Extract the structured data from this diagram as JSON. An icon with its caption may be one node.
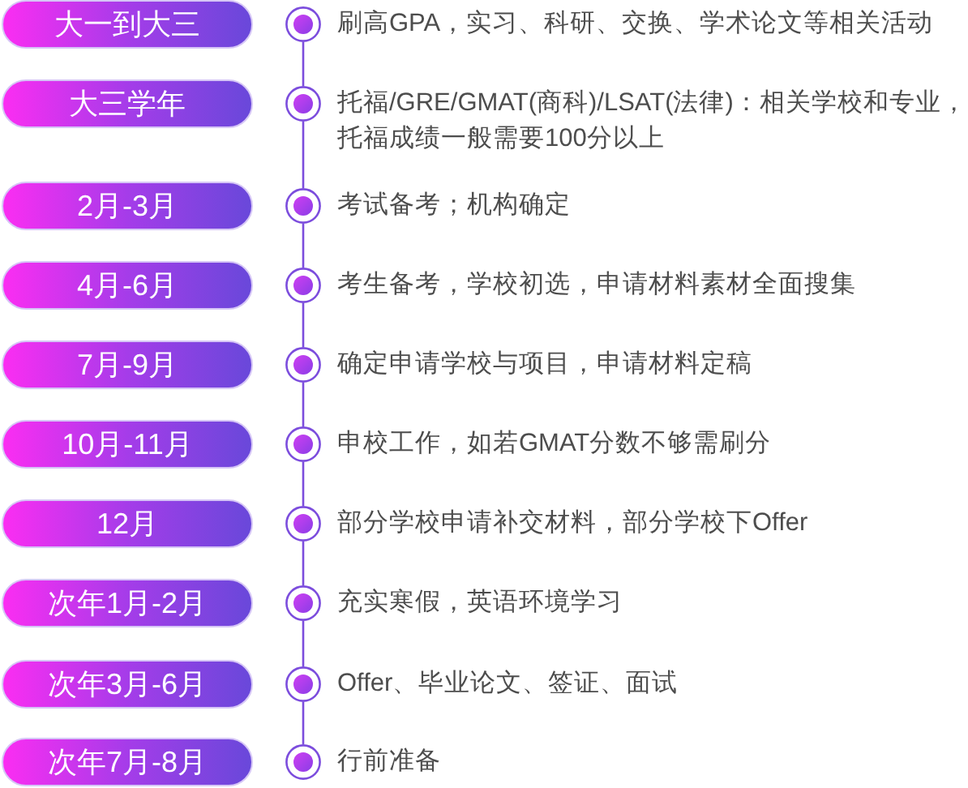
{
  "diagram": {
    "nodes": [
      {
        "text": [
          "大一到大三"
        ]
      },
      {
        "text": [],
        "shape": "circle",
        "beside": [
          "刷高GPA，实习、科研、交换、学术论文等相关活动"
        ]
      },
      {
        "text": [
          "大三学年"
        ]
      },
      {
        "text": [],
        "shape": "circle",
        "beside": [
          "托福/GRE/GMAT(商科)/LSAT(法律)：相关学校和专业，托福成绩一般需要100分以上"
        ]
      },
      {
        "text": [
          "2月-3月"
        ]
      },
      {
        "text": [],
        "shape": "circle",
        "beside": [
          "考试备考；机构确定"
        ]
      },
      {
        "text": [
          "4月-6月"
        ]
      },
      {
        "text": [],
        "shape": "circle",
        "beside": [
          "考生备考，学校初选，申请材料素材全面搜集"
        ]
      },
      {
        "text": [
          "7月-9月"
        ]
      },
      {
        "text": [],
        "shape": "circle",
        "beside": [
          "确定申请学校与项目，申请材料定稿"
        ]
      },
      {
        "text": [
          "10月-11月"
        ]
      },
      {
        "text": [],
        "shape": "circle",
        "beside": [
          "申校工作，如若GMAT分数不够需刷分"
        ]
      },
      {
        "text": [
          "12月"
        ]
      },
      {
        "text": [],
        "shape": "circle",
        "beside": [
          "部分学校申请补交材料，部分学校下Offer"
        ]
      },
      {
        "text": [
          "次年1月-2月"
        ]
      },
      {
        "text": [],
        "shape": "circle",
        "beside": [
          "充实寒假，英语环境学习"
        ]
      },
      {
        "text": [
          "次年3月-6月"
        ]
      },
      {
        "text": [],
        "shape": "circle",
        "beside": [
          "Offer、毕业论文、签证、面试"
        ]
      },
      {
        "text": [
          "次年7月-8月"
        ]
      },
      {
        "text": [],
        "shape": "circle",
        "beside": [
          "行前准备"
        ]
      }
    ],
    "edges": [
      {
        "from": 1,
        "to": 3,
        "arrow": "none"
      },
      {
        "from": 3,
        "to": 5,
        "arrow": "none"
      },
      {
        "from": 5,
        "to": 7,
        "arrow": "none"
      },
      {
        "from": 7,
        "to": 9,
        "arrow": "none"
      },
      {
        "from": 9,
        "to": 11,
        "arrow": "none"
      },
      {
        "from": 11,
        "to": 13,
        "arrow": "none"
      },
      {
        "from": 13,
        "to": 15,
        "arrow": "none"
      },
      {
        "from": 15,
        "to": 17,
        "arrow": "none"
      },
      {
        "from": 17,
        "to": 19,
        "arrow": "none"
      }
    ]
  }
}
